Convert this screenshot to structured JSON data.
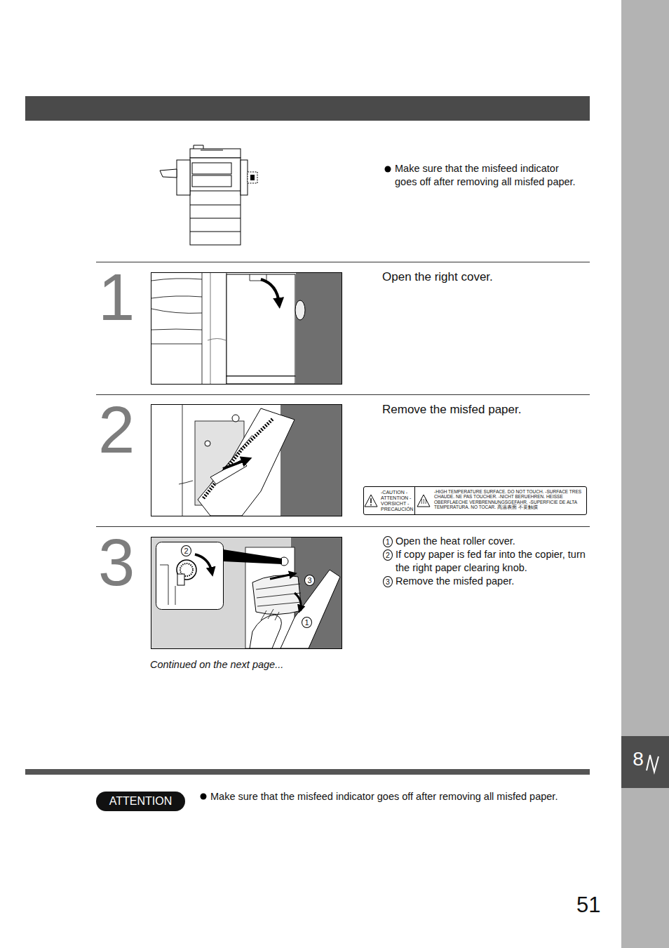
{
  "diagram": {
    "nodes": [
      {
        "text": [
          "-CAUTION -ATTENTION -VORSICHT -PRECAUCIÓN",
          "-HIGH TEMPERATURE SURFACE. DO NOT TOUCH. -SURFACE TRES CHAUDE. NE PAS TOUCHER. -NICHT BERUEHREN. HEISSE OBERFLAECHE VERBRENNUNGSGEFAHR. -SUPERFICIE DE ALTA TEMPERATURA. NO TOCAR. 高温表面 不要触摸"
        ]
      },
      {
        "text": [
          "1"
        ]
      },
      {
        "text": [
          "2"
        ]
      },
      {
        "text": [
          "3"
        ]
      },
      {
        "text": [
          "2"
        ]
      },
      {
        "text": [
          "3"
        ]
      },
      {
        "text": [
          "1"
        ]
      },
      {
        "text": [
          "ATTENTION"
        ]
      },
      {
        "text": [
          "8"
        ]
      }
    ],
    "labels": [
      "Make sure that the misfeed indicator goes off after removing all misfed paper.",
      "1",
      "Open the right cover.",
      "2",
      "Remove the misfed paper.",
      "3",
      "Open the heat roller cover.",
      "If copy paper is fed far into the copier, turn the right paper clearing knob.",
      "Remove the misfed paper.",
      "Continued on the next page...",
      "Make sure that the misfeed indicator goes off after removing all misfed paper.",
      "51"
    ]
  }
}
